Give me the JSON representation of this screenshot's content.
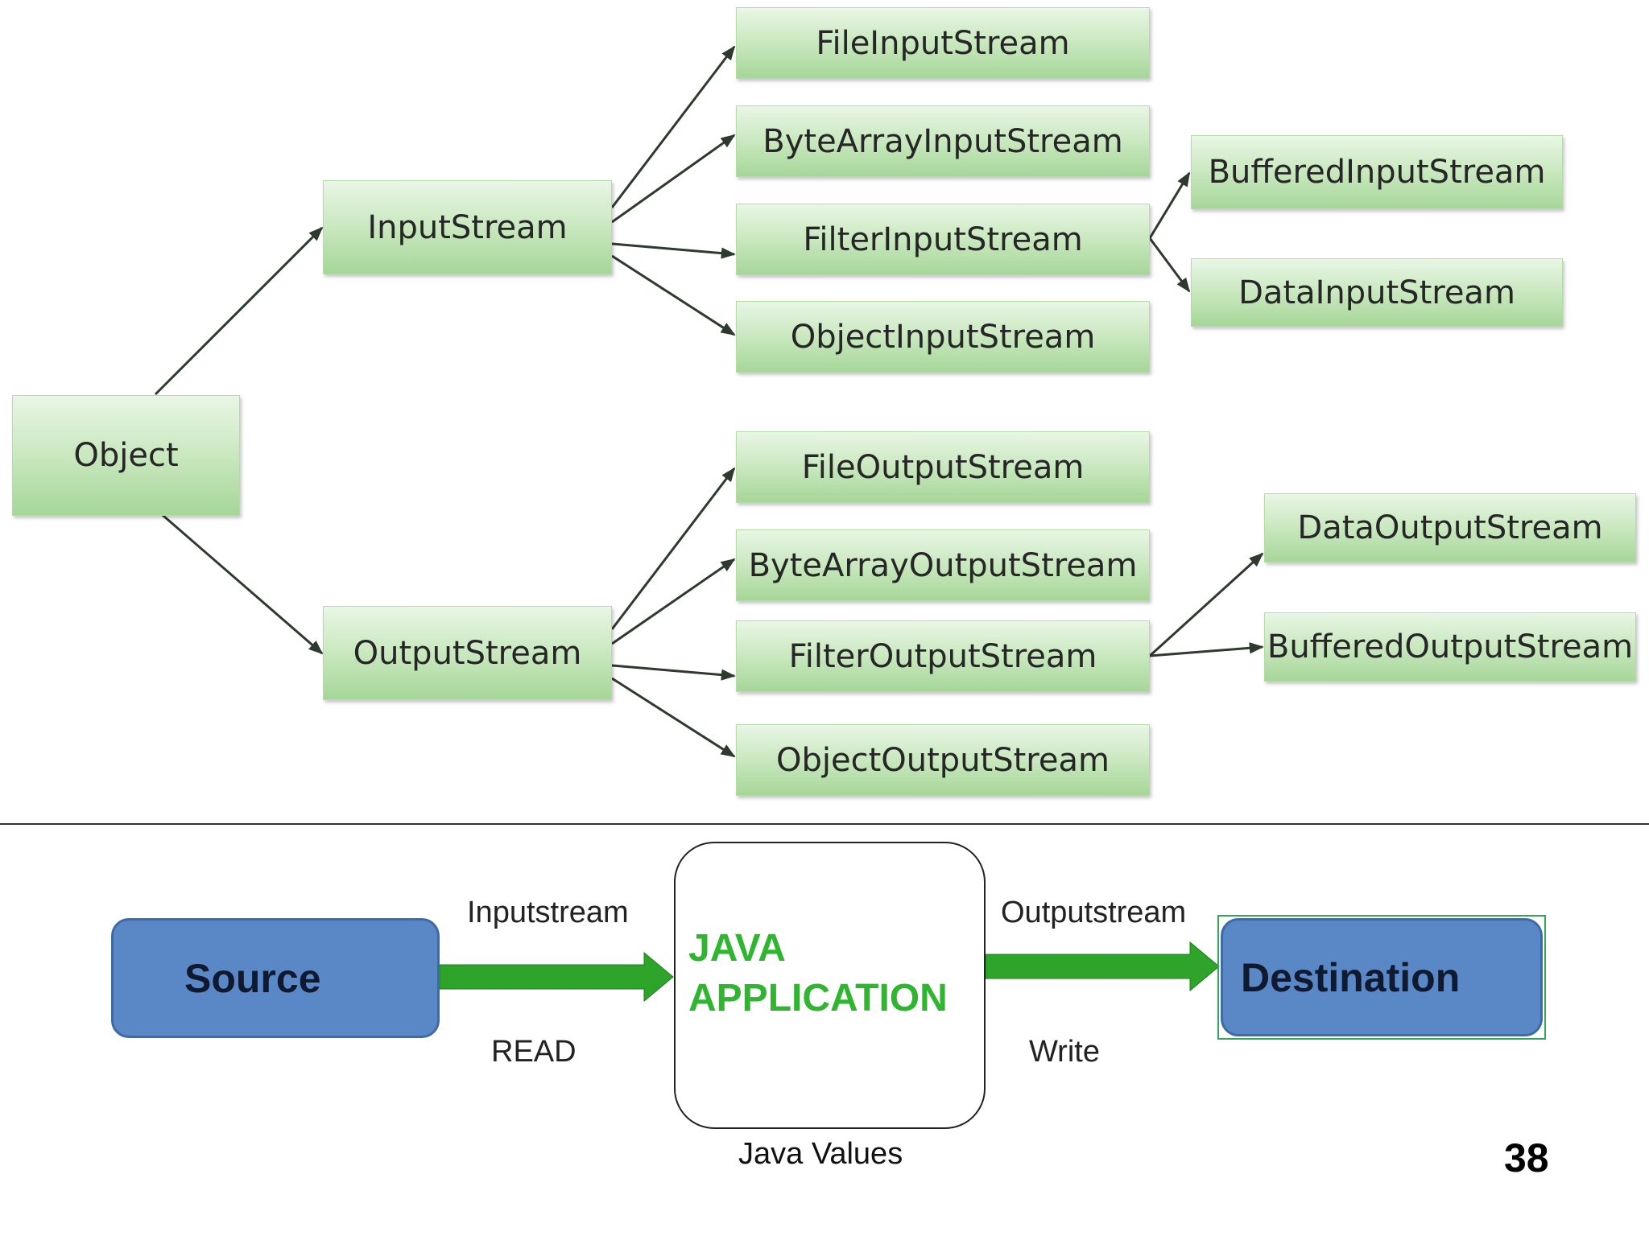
{
  "hierarchy": {
    "root": "Object",
    "input_stream": "InputStream",
    "output_stream": "OutputStream",
    "input_children": [
      "FileInputStream",
      "ByteArrayInputStream",
      "FilterInputStream",
      "ObjectInputStream"
    ],
    "filter_input_children": [
      "BufferedInputStream",
      "DataInputStream"
    ],
    "output_children": [
      "FileOutputStream",
      "ByteArrayOutputStream",
      "FilterOutputStream",
      "ObjectOutputStream"
    ],
    "filter_output_children": [
      "DataOutputStream",
      "BufferedOutputStream"
    ]
  },
  "flow": {
    "source": "Source",
    "destination": "Destination",
    "app_line1": "JAVA",
    "app_line2": "APPLICATION",
    "input_label": "Inputstream",
    "read_label": "READ",
    "output_label": "Outputstream",
    "write_label": "Write",
    "values_label": "Java Values"
  },
  "page_number": "38",
  "colors": {
    "node_fill": "#c9e8bf",
    "arrow": "#2e3a2e",
    "flow_arrow": "#2ea52a",
    "blue_box": "#5a87c6",
    "java_text": "#2fb52f"
  }
}
